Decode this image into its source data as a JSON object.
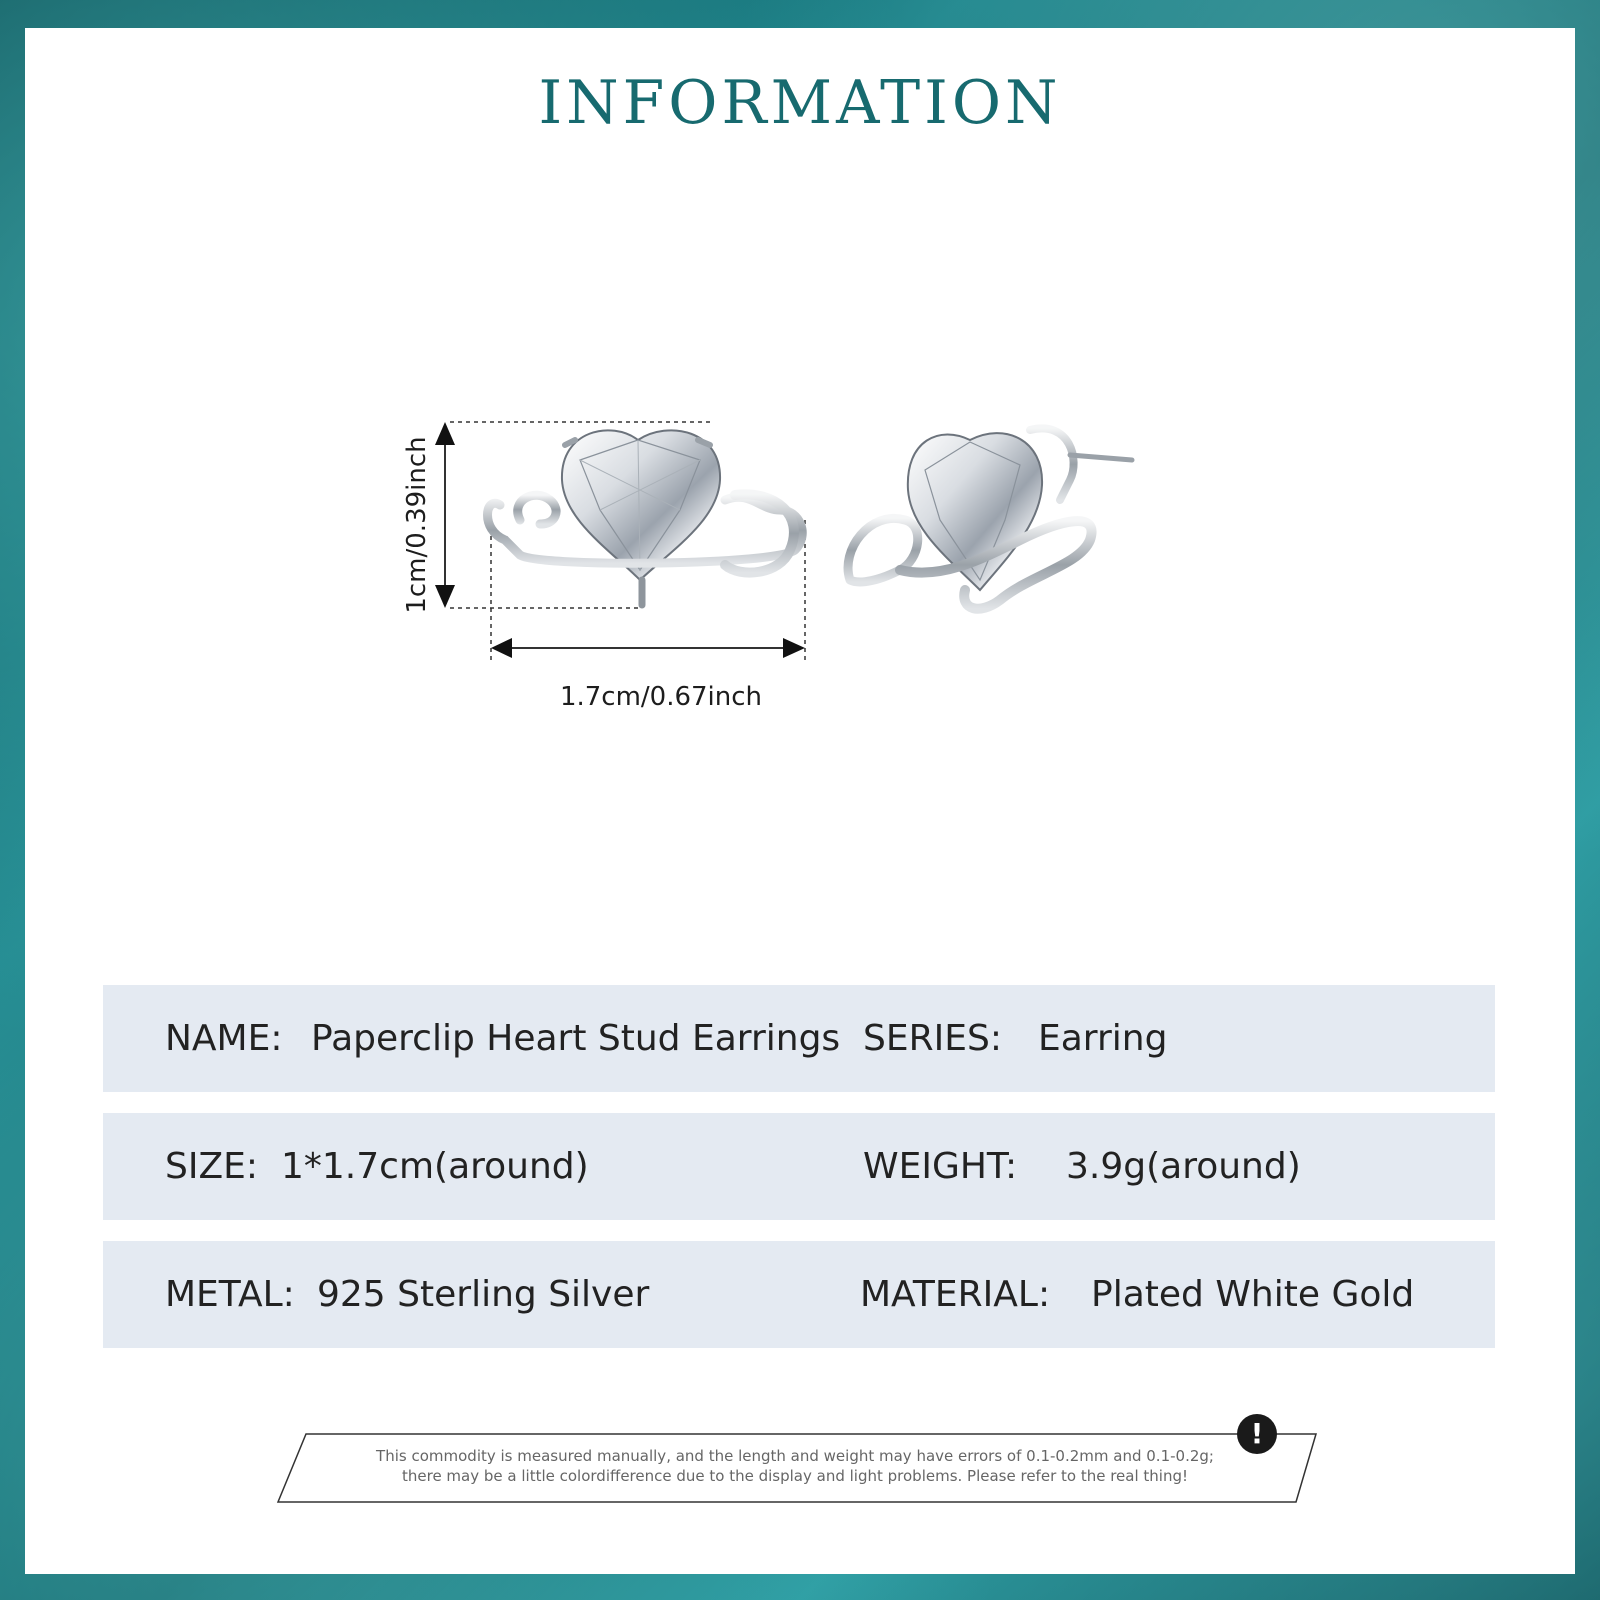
{
  "title": "INFORMATION",
  "dimensions": {
    "width_label": "1.7cm/0.67inch",
    "height_label": "1cm/0.39inch"
  },
  "specs": {
    "name": {
      "label": "NAME:",
      "value": "Paperclip Heart Stud Earrings"
    },
    "series": {
      "label": "SERIES:",
      "value": "Earring"
    },
    "size": {
      "label": "SIZE:",
      "value": "1*1.7cm(around)"
    },
    "weight": {
      "label": "WEIGHT:",
      "value": "3.9g(around)"
    },
    "metal": {
      "label": "METAL:",
      "value": "925 Sterling Silver"
    },
    "material": {
      "label": "MATERIAL:",
      "value": "Plated White Gold"
    }
  },
  "notice": {
    "line1": "This commodity is measured manually, and the length and weight may have errors of 0.1-0.2mm and 0.1-0.2g;",
    "line2": "there may be a little colordifference due to the display and light problems. Please refer to the real thing!",
    "icon": "exclamation-icon"
  },
  "colors": {
    "accent": "#176a6f",
    "row_background": "#e4eaf2",
    "frame": "#0f5b60"
  }
}
